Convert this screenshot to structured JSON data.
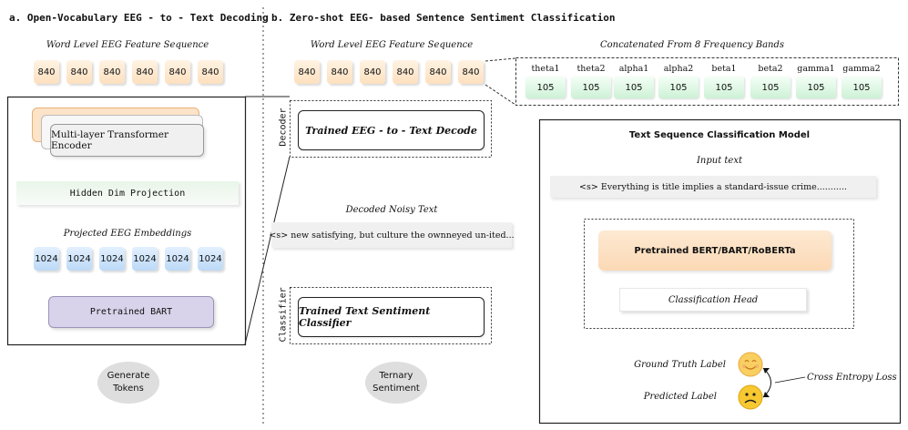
{
  "panel_a": {
    "title": "a. Open-Vocabulary EEG - to - Text Decoding",
    "feature_seq_label": "Word Level EEG Feature Sequence",
    "feature_tokens": [
      "840",
      "840",
      "840",
      "840",
      "840",
      "840"
    ],
    "encoder_label": "Multi-layer Transformer Encoder",
    "projection_label": "Hidden Dim Projection",
    "embeddings_label": "Projected EEG Embeddings",
    "embedding_tokens": [
      "1024",
      "1024",
      "1024",
      "1024",
      "1024",
      "1024"
    ],
    "bart_label": "Pretrained BART",
    "output_label_line1": "Generate",
    "output_label_line2": "Tokens"
  },
  "panel_b": {
    "title": "b. Zero-shot EEG- based Sentence Sentiment Classification",
    "feature_seq_label": "Word Level EEG Feature Sequence",
    "feature_tokens": [
      "840",
      "840",
      "840",
      "840",
      "840",
      "840"
    ],
    "bands_title": "Concatenated From 8 Frequency Bands",
    "bands": [
      {
        "name": "theta1",
        "value": "105"
      },
      {
        "name": "theta2",
        "value": "105"
      },
      {
        "name": "alpha1",
        "value": "105"
      },
      {
        "name": "alpha2",
        "value": "105"
      },
      {
        "name": "beta1",
        "value": "105"
      },
      {
        "name": "beta2",
        "value": "105"
      },
      {
        "name": "gamma1",
        "value": "105"
      },
      {
        "name": "gamma2",
        "value": "105"
      }
    ],
    "decoder_side_label": "Decoder",
    "decoder_box_label": "Trained EEG - to - Text Decode",
    "noisy_text_label": "Decoded Noisy Text",
    "noisy_text": "<s> new satisfying, but culture the ownneyed un-ited...",
    "classifier_side_label": "Classifier",
    "classifier_box_label": "Trained Text Sentiment Classifier",
    "output_label_line1": "Ternary",
    "output_label_line2": "Sentiment"
  },
  "classification_model": {
    "title": "Text Sequence Classification Model",
    "input_label": "Input text",
    "input_text": "<s> Everything is title implies a standard-issue crime...........",
    "pretrained_label": "Pretrained BERT/BART/RoBERTa",
    "head_label": "Classification Head",
    "ground_truth_label": "Ground Truth Label",
    "predicted_label": "Predicted Label",
    "loss_label": "Cross Entropy Loss"
  },
  "colors": {
    "orange_token": "#fde0bf",
    "blue_token": "#bcd9f7",
    "green_band": "#cdf1d6",
    "bart_purple": "#d8d3ea",
    "pretrained_orange": "#fde3c8",
    "emoji_yellow": "#f7c948"
  }
}
